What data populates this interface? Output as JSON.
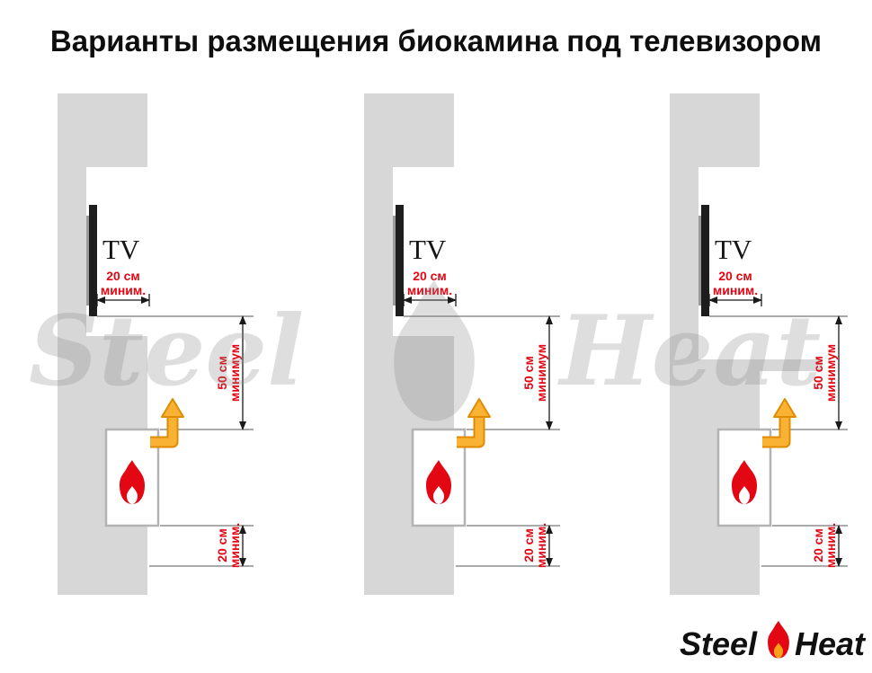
{
  "title": "Варианты размещения биокамина под телевизором",
  "panels": [
    {
      "tv_label": "TV",
      "tv_clearance": {
        "line1": "20 см",
        "line2": "миним."
      },
      "fireplace_clearance": {
        "line1": "50 см",
        "line2": "минимум"
      },
      "floor_clearance": {
        "line1": "20 см",
        "line2": "миним."
      }
    },
    {
      "tv_label": "TV",
      "tv_clearance": {
        "line1": "20 см",
        "line2": "миним."
      },
      "fireplace_clearance": {
        "line1": "50 см",
        "line2": "минимум"
      },
      "floor_clearance": {
        "line1": "20 см",
        "line2": "миним."
      }
    },
    {
      "tv_label": "TV",
      "tv_clearance": {
        "line1": "20 см",
        "line2": "миним."
      },
      "fireplace_clearance": {
        "line1": "50 см",
        "line2": "минимум"
      },
      "floor_clearance": {
        "line1": "20 см",
        "line2": "миним."
      }
    }
  ],
  "watermark": {
    "word1": "Steel",
    "word2": "Heat"
  },
  "logo": {
    "word1": "Steel",
    "word2": "Heat"
  },
  "icons": {
    "flame-icon": "🔥",
    "heat-flow-arrow-icon": "⤴",
    "tv-icon": "▮"
  },
  "colors": {
    "dimension_red": "#e30613",
    "flame_red": "#e30613",
    "arrow_orange": "#f9b234",
    "wall_gray": "#d7d7d7",
    "watermark_gray": "#c9c9c9"
  }
}
